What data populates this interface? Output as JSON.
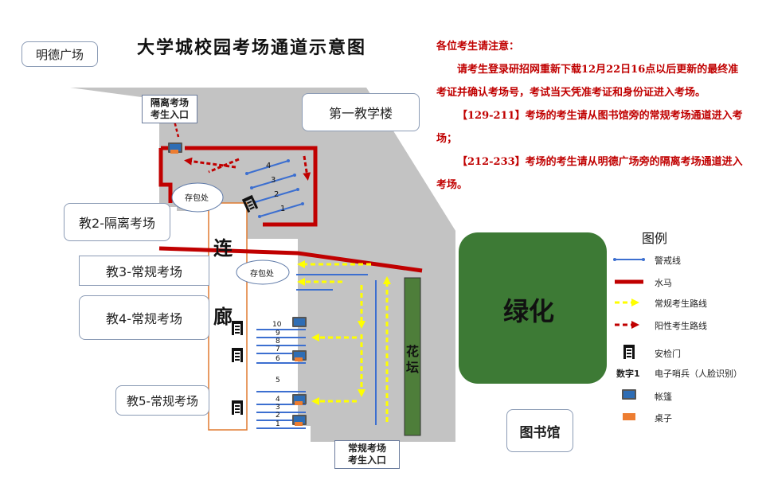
{
  "title": "大学城校园考场通道示意图",
  "labels": {
    "mingde": "明德广场",
    "isolation_entrance_l1": "隔离考场",
    "isolation_entrance_l2": "考生入口",
    "teaching_building_1": "第一教学楼",
    "storage_top": "存包处",
    "storage_mid": "存包处",
    "jiao2": "教2-隔离考场",
    "jiao3": "教3-常规考场",
    "jiao4": "教4-常规考场",
    "jiao5": "教5-常规考场",
    "corridor_1": "连",
    "corridor_2": "廊",
    "greenery": "绿化",
    "flower_bed_1": "花",
    "flower_bed_2": "坛",
    "library": "图书馆",
    "regular_entrance_l1": "常规考场",
    "regular_entrance_l2": "考生入口"
  },
  "notice": {
    "heading": "各位考生请注意：",
    "p1": "请考生登录研招网重新下载12月22日16点以后更新的最终准考证并确认考场号，考试当天凭准考证和身份证进入考场。",
    "p2": "【129-211】考场的考生请从图书馆旁的常规考场通道进入考场；",
    "p3": "【212-233】考场的考生请从明德广场旁的隔离考场通道进入考场。"
  },
  "legend": {
    "title": "图例",
    "items": [
      {
        "label": "警戒线",
        "icon": "cordon-line"
      },
      {
        "label": "水马",
        "icon": "water-barrier"
      },
      {
        "label": "常规考生路线",
        "icon": "regular-route-arrow"
      },
      {
        "label": "阳性考生路线",
        "icon": "positive-route-arrow"
      },
      {
        "label": "安检门",
        "icon": "security-gate-icon"
      },
      {
        "label": "电子哨兵（人脸识别）",
        "key": "数字1",
        "icon": "number-key"
      },
      {
        "label": "帐篷",
        "icon": "tent-icon"
      },
      {
        "label": "桌子",
        "icon": "table-icon"
      }
    ]
  },
  "lane_numbers": {
    "isolation": [
      "4",
      "3",
      "2",
      "1"
    ],
    "regular": [
      "10",
      "9",
      "8",
      "7",
      "6",
      "5",
      "4",
      "3",
      "2",
      "1"
    ]
  },
  "colors": {
    "road": "#c3c3c3",
    "cordon": "#3c6fd0",
    "barrier": "#c00000",
    "regular_route": "#ffff00",
    "positive_route": "#c00000",
    "greenery": "#3d7a35",
    "flower_bed": "#4e7e3a",
    "tent": "#2e6db5",
    "table": "#ed7d31",
    "corridor_border": "#e07a30",
    "notice_text": "#c00000"
  }
}
